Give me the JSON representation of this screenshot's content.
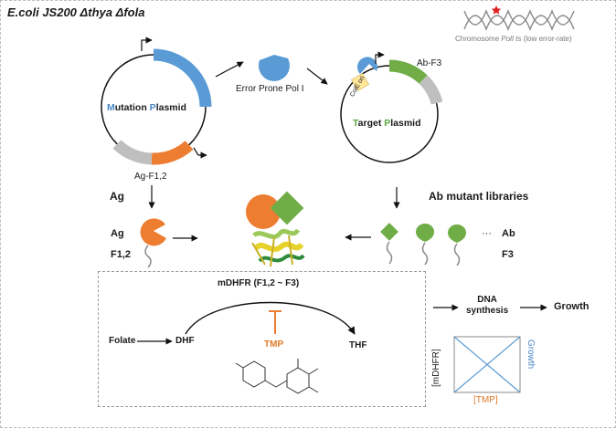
{
  "title": {
    "strain": "E.coli",
    "genotype": "JS200 Δthya Δfola"
  },
  "chromosome": {
    "label_prefix": "Chromosome ",
    "label_gene": "PolI ts",
    "label_suffix": " (low error-rate)"
  },
  "mutation_plasmid": {
    "m_initial": "M",
    "m_rest": "utation ",
    "p_initial": "P",
    "p_rest": "lasmid",
    "gene_label": "Ag-F1,2"
  },
  "error_prone": {
    "label": "Error Prone Pol I"
  },
  "target_plasmid": {
    "t_initial": "T",
    "t_rest": "arget ",
    "p_initial": "P",
    "p_rest": "lasmid",
    "gene_label": "Ab-F3",
    "ori_label": "ColE ori"
  },
  "left_column": {
    "ag_header": "Ag",
    "ag_label": "Ag",
    "f12_label": "F1,2"
  },
  "right_column": {
    "header": "Ab mutant libraries",
    "ellipsis": "···",
    "ab_label": "Ab",
    "f3_label": "F3"
  },
  "pathway": {
    "title": "mDHFR (F1,2 ~ F3)",
    "folate": "Folate",
    "dhf": "DHF",
    "thf": "THF",
    "inhibitor": "TMP",
    "dna_synthesis": "DNA\nsynthesis",
    "growth": "Growth"
  },
  "graph": {
    "ylabel": "[mDHFR]",
    "xlabel": "[TMP]",
    "right_label": "Growth"
  },
  "colors": {
    "blue": "#5b9bd5",
    "orange": "#ed7d31",
    "green": "#70ad47",
    "gray": "#bfbfbf",
    "yellow": "#ffe699",
    "chromosome_red": "#e02020"
  }
}
